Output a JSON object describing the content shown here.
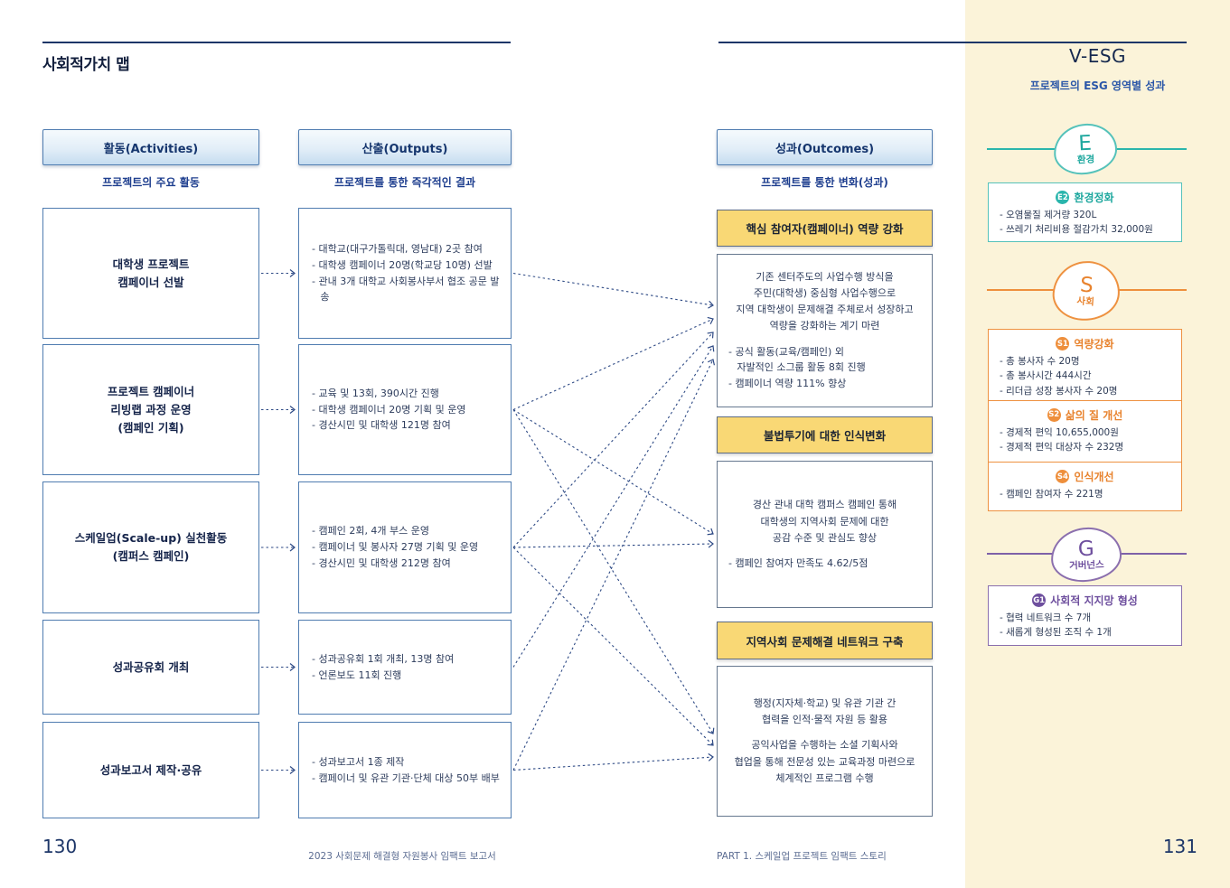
{
  "page": {
    "title": "사회적가치 맵",
    "page_number_left": "130",
    "page_number_right": "131",
    "footer_center": "2023 사회문제 해결형 자원봉사 임팩트 보고서",
    "footer_right": "PART 1. 스케일업 프로젝트 임팩트 스토리"
  },
  "columns": {
    "activities": {
      "header": "활동(Activities)",
      "subtitle": "프로젝트의 주요 활동",
      "items": [
        "대학생 프로젝트\n캠페이너 선발",
        "프로젝트 캠페이너\n리빙랩 과정 운영\n(캠페인 기획)",
        "스케일업(Scale-up) 실천활동\n(캠퍼스 캠페인)",
        "성과공유회 개최",
        "성과보고서 제작·공유"
      ]
    },
    "outputs": {
      "header": "산출(Outputs)",
      "subtitle": "프로젝트를 통한 즉각적인 결과",
      "items": [
        [
          "대학교(대구가톨릭대, 영남대) 2곳 참여",
          "대학생 캠페이너 20명(학교당 10명) 선발",
          "관내 3개 대학교 사회봉사부서 협조 공문 발송"
        ],
        [
          "교육 및 13회, 390시간 진행",
          "대학생 캠페이너 20명 기획 및 운영",
          "경산시민 및 대학생 121명 참여"
        ],
        [
          "캠페인 2회, 4개 부스 운영",
          "캠페이너 및 봉사자 27명 기획 및 운영",
          "경산시민 및 대학생 212명 참여"
        ],
        [
          "성과공유회 1회 개최, 13명 참여",
          "언론보도 11회 진행"
        ],
        [
          "성과보고서 1종 제작",
          "캠페이너 및 유관 기관·단체 대상 50부 배부"
        ]
      ]
    },
    "outcomes": {
      "header": "성과(Outcomes)",
      "subtitle": "프로젝트를 통한 변화(성과)",
      "groups": [
        {
          "header": "핵심 참여자(캠페이너) 역량 강화",
          "paragraphs": [
            "기존 센터주도의 사업수행 방식을\n주민(대학생) 중심형 사업수행으로\n지역 대학생이 문제해결 주체로서 성장하고\n역량을 강화하는 계기 마련"
          ],
          "bullets": [
            "공식 활동(교육/캠페인) 외\n자발적인 소그룹 활동 8회 진행",
            "캠페이너 역량 111% 향상"
          ]
        },
        {
          "header": "불법투기에 대한 인식변화",
          "paragraphs": [
            "경산 관내 대학 캠퍼스 캠페인 통해\n대학생의 지역사회 문제에 대한\n공감 수준 및 관심도 향상"
          ],
          "bullets": [
            "캠페인 참여자 만족도 4.62/5점"
          ]
        },
        {
          "header": "지역사회 문제해결 네트워크 구축",
          "paragraphs": [
            "행정(지자체·학교) 및 유관 기관 간\n협력을 인적·물적 자원 등 활용",
            "공익사업을 수행하는 소셜 기획사와\n협업을 통해 전문성 있는 교육과정 마련으로\n체계적인 프로그램 수행"
          ],
          "bullets": []
        }
      ]
    }
  },
  "diagram": {
    "activity_to_output": [
      [
        0,
        0
      ],
      [
        1,
        1
      ],
      [
        2,
        2
      ],
      [
        3,
        3
      ],
      [
        4,
        4
      ]
    ],
    "output_to_outcome": [
      [
        0,
        0
      ],
      [
        1,
        0
      ],
      [
        1,
        1
      ],
      [
        1,
        2
      ],
      [
        2,
        0
      ],
      [
        2,
        1
      ],
      [
        2,
        2
      ],
      [
        3,
        0
      ],
      [
        4,
        0
      ],
      [
        4,
        2
      ]
    ],
    "arrow_color": "#2e4a85"
  },
  "vesg": {
    "title": "V-ESG",
    "subtitle": "프로젝트의 ESG 영역별 성과",
    "sections": [
      {
        "letter": "E",
        "label": "환경",
        "color": "#2ab5ac",
        "boxes": [
          {
            "badge": "E2",
            "title": "환경정화",
            "items": [
              "오염물질 제거량 320L",
              "쓰레기 처리비용 절감가치 32,000원"
            ]
          }
        ]
      },
      {
        "letter": "S",
        "label": "사회",
        "color": "#ee8f3c",
        "boxes": [
          {
            "badge": "S1",
            "title": "역량강화",
            "items": [
              "총 봉사자 수 20명",
              "총 봉사시간 444시간",
              "리더급 성장 봉사자 수 20명"
            ]
          },
          {
            "badge": "S2",
            "title": "삶의 질 개선",
            "items": [
              "경제적 편익 10,655,000원",
              "경제적 편익 대상자 수 232명"
            ]
          },
          {
            "badge": "S4",
            "title": "인식개선",
            "items": [
              "캠페인 참여자 수 221명"
            ]
          }
        ]
      },
      {
        "letter": "G",
        "label": "거버넌스",
        "color": "#7e60a8",
        "boxes": [
          {
            "badge": "G1",
            "title": "사회적 지지망 형성",
            "items": [
              "협력 네트워크 수 7개",
              "새롭게 형성된 조직 수 1개"
            ]
          }
        ]
      }
    ]
  }
}
